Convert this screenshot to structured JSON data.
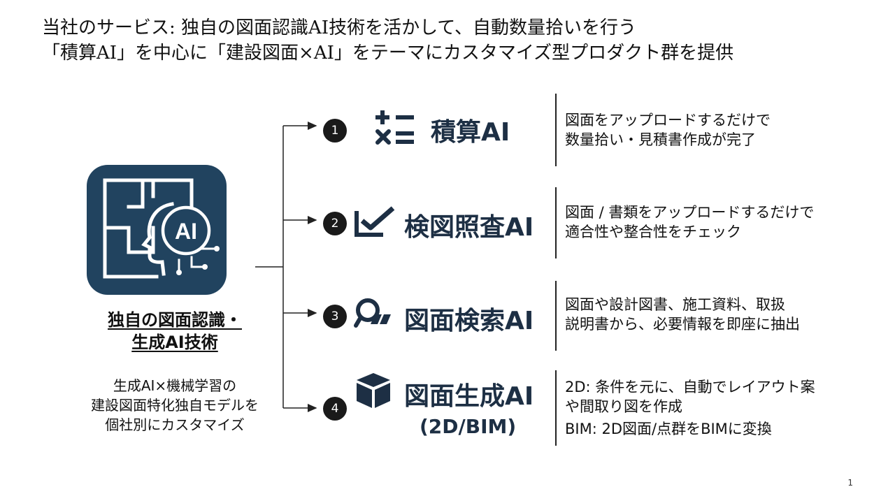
{
  "title": {
    "line1": "当社のサービス: 独自の図面認識AI技術を活かして、自動数量拾いを行う",
    "line2": "「積算AI」を中心に「建設図面×AI」をテーマにカスタマイズ型プロダクト群を提供"
  },
  "core": {
    "logo_text": "AI",
    "heading_line1": "独自の図面認識・",
    "heading_line2": "生成AI技術",
    "sub_line1": "生成AI×機械学習の",
    "sub_line2": "建設図面特化独自モデルを",
    "sub_line3": "個社別にカスタマイズ"
  },
  "products": [
    {
      "num": "1",
      "name": "積算AI",
      "icon": "calculator-icon",
      "desc_line1": "図面をアップロードするだけで",
      "desc_line2": "数量拾い・見積書作成が完了"
    },
    {
      "num": "2",
      "name": "検図照査AI",
      "icon": "checkbox-icon",
      "desc_line1": "図面 / 書類をアップロードするだけで",
      "desc_line2": "適合性や整合性をチェック"
    },
    {
      "num": "3",
      "name": "図面検索AI",
      "icon": "search-icon",
      "desc_line1": "図面や設計図書、施工資料、取扱",
      "desc_line2": "説明書から、必要情報を即座に抽出"
    },
    {
      "num": "4",
      "name": "図面生成AI",
      "name_sub": "(2D/BIM)",
      "icon": "cube-icon",
      "desc_line1": "2D: 条件を元に、自動でレイアウト案",
      "desc_line2": "や間取り図を作成",
      "desc_line3": "BIM: 2D図面/点群をBIMに変換"
    }
  ],
  "colors": {
    "navy": "#21435f",
    "product_text": "#1d2f44"
  },
  "page_number": "1"
}
